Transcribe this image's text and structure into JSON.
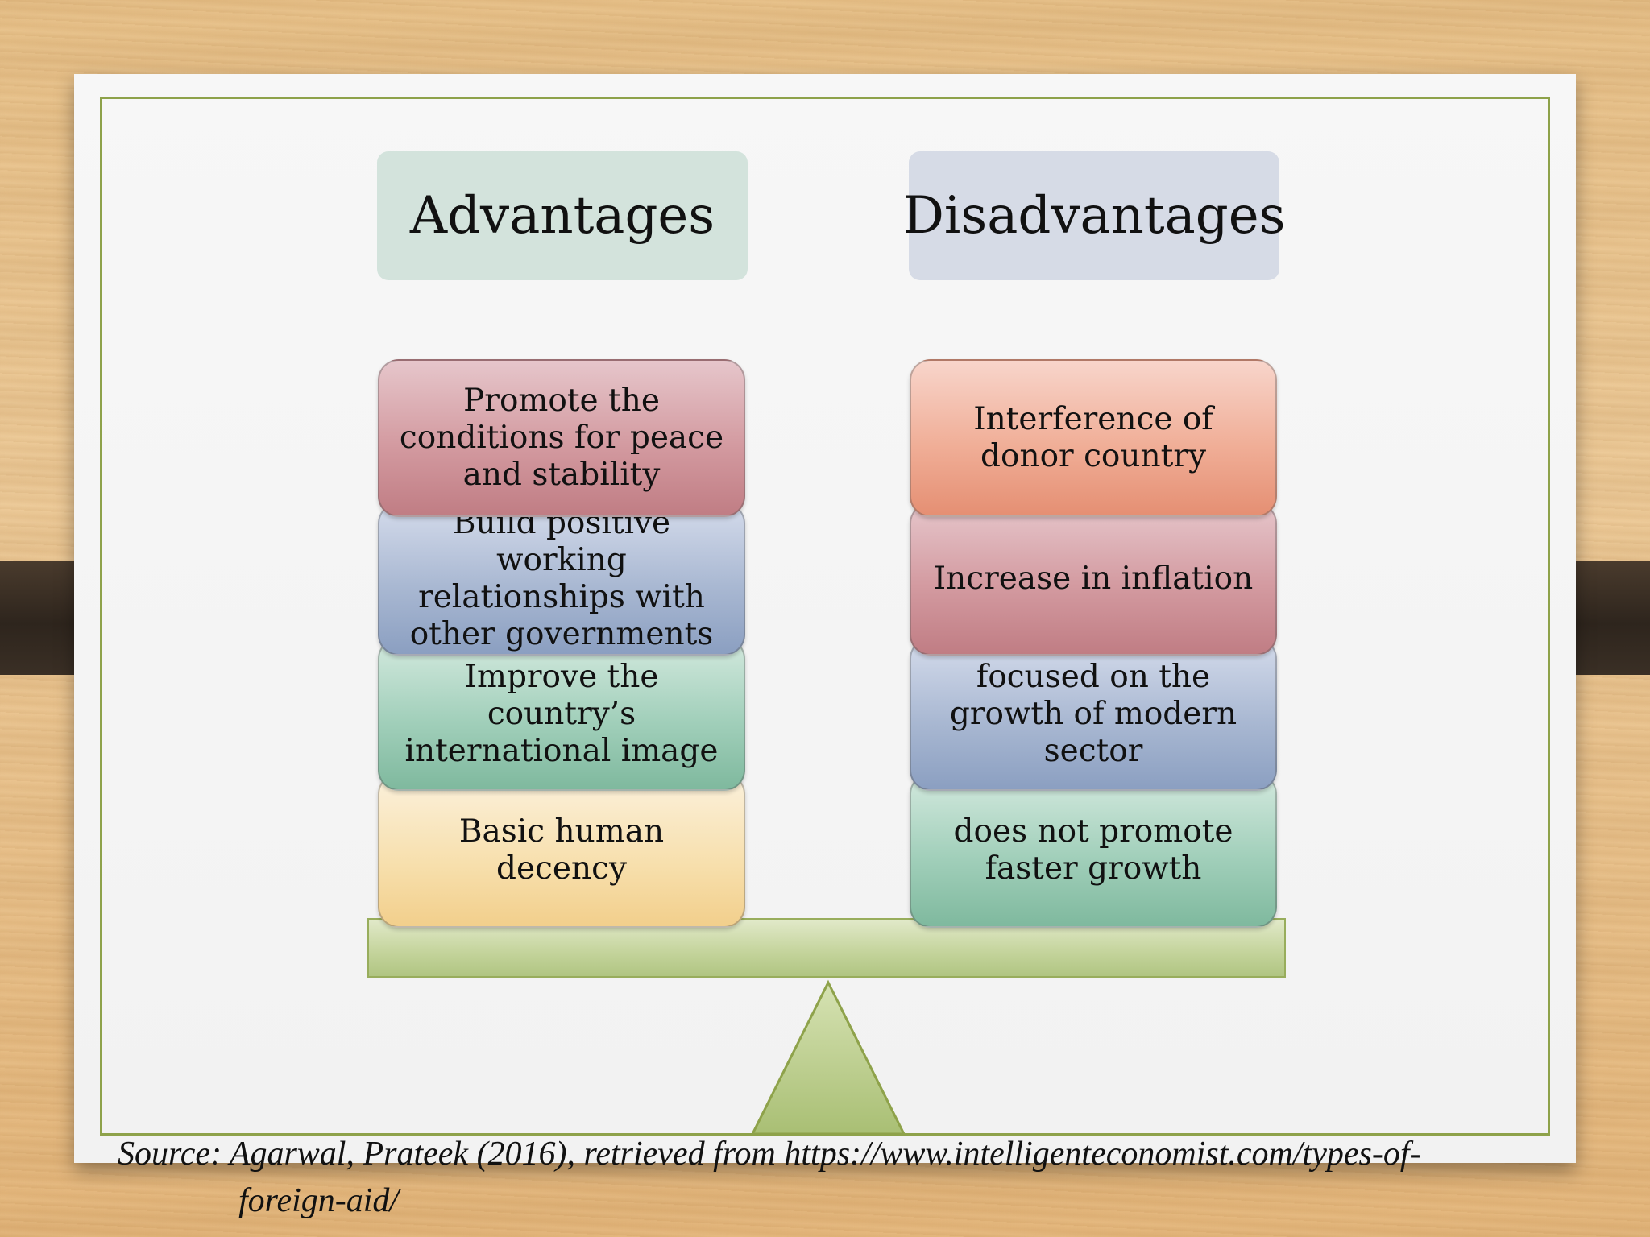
{
  "advantages": {
    "title": "Advantages",
    "items": [
      "Promote the conditions for peace and stability",
      "Build positive working relationships with other governments",
      "Improve the country’s international image",
      "Basic human decency"
    ]
  },
  "disadvantages": {
    "title": "Disadvantages",
    "items": [
      "Interference of donor country",
      "Increase in inflation",
      "focused on the growth of modern sector",
      "does not promote faster growth"
    ]
  },
  "source": {
    "line1": "Source: Agarwal, Prateek (2016), retrieved from https://www.intelligenteconomist.com/types-of-",
    "line2": "foreign-aid/"
  },
  "colors": {
    "frame_border": "#8ea24a",
    "beam": "#c3d39a",
    "fulcrum": "#b0c47c"
  }
}
